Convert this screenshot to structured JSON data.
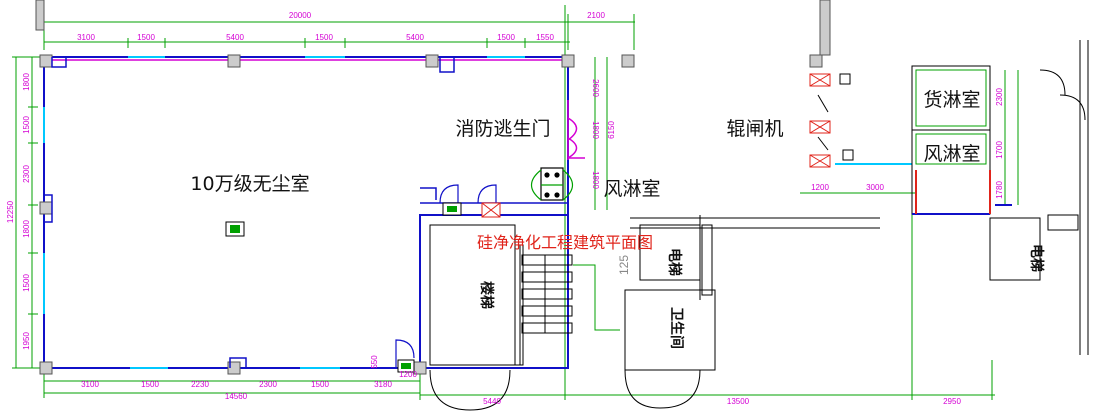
{
  "title": "硅净净化工程建筑平面图",
  "rooms": {
    "cleanroom": "10万级无尘室",
    "fire_exit": "消防逃生门",
    "air_shower": "风淋室",
    "rolling_gate": "辊闸机",
    "cargo_shower": "货淋室",
    "air_shower_2": "风淋室",
    "stairs": "楼梯",
    "elevator_1": "电梯",
    "elevator_2": "电梯",
    "restroom": "卫生间"
  },
  "dimensions": {
    "top_total": "20000",
    "top_right": "2100",
    "top_segments": [
      "3100",
      "1500",
      "5400",
      "1500",
      "5400",
      "1500",
      "1550"
    ],
    "bottom_segments": [
      "3100",
      "1500",
      "2230",
      "2300",
      "1500",
      "3180"
    ],
    "bottom_total_left": "14560",
    "bottom_spans": [
      "5440",
      "13500",
      "2950"
    ],
    "left_total": "12250",
    "left_segments": [
      "1800",
      "1500",
      "2300",
      "1800",
      "1500",
      "1950"
    ],
    "middle_vertical": [
      "2600",
      "1800",
      "1800"
    ],
    "middle_total": "6150",
    "right_vertical": [
      "2300",
      "1700",
      "1780"
    ],
    "right_horizontal": [
      "1200",
      "3000"
    ],
    "door_small": [
      "550",
      "1200"
    ],
    "stair_number": "125"
  },
  "colors": {
    "wall": "#1010c8",
    "dimension": "#d400d4",
    "title": "#e0241b",
    "glass": "#00c8ff",
    "green_line": "#00a000"
  }
}
